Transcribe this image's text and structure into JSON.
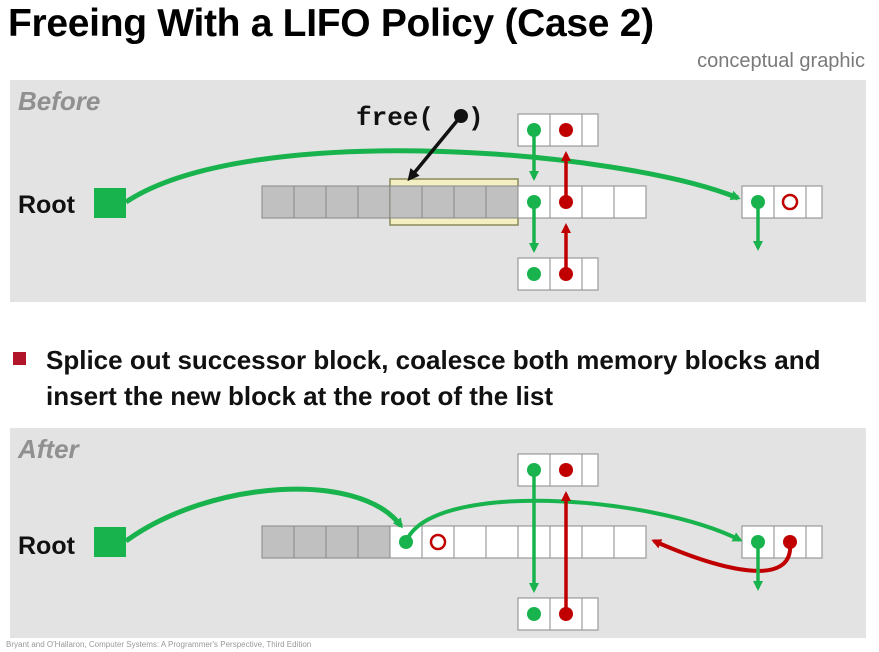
{
  "slide": {
    "title": "Freeing With a LIFO Policy (Case 2)",
    "subtitle": "conceptual graphic",
    "bullet": "Splice out successor block, coalesce both memory blocks and insert the new block at the root of the list",
    "footer": "Bryant and O'Hallaron, Computer Systems: A Programmer's Perspective, Third Edition"
  },
  "before": {
    "label": "Before",
    "root_label": "Root",
    "free_label": "free(",
    "free_label_end": ")"
  },
  "after": {
    "label": "After",
    "root_label": "Root"
  },
  "colors": {
    "panel": "#e3e3e3",
    "allocated_block": "#c0c0c0",
    "freed_block": "#f3efc2",
    "freed_block_border": "#8a8a5a",
    "green": "#19b34e",
    "red": "#c00000",
    "free_arrow": "#111111",
    "bullet": "#b0152a"
  }
}
